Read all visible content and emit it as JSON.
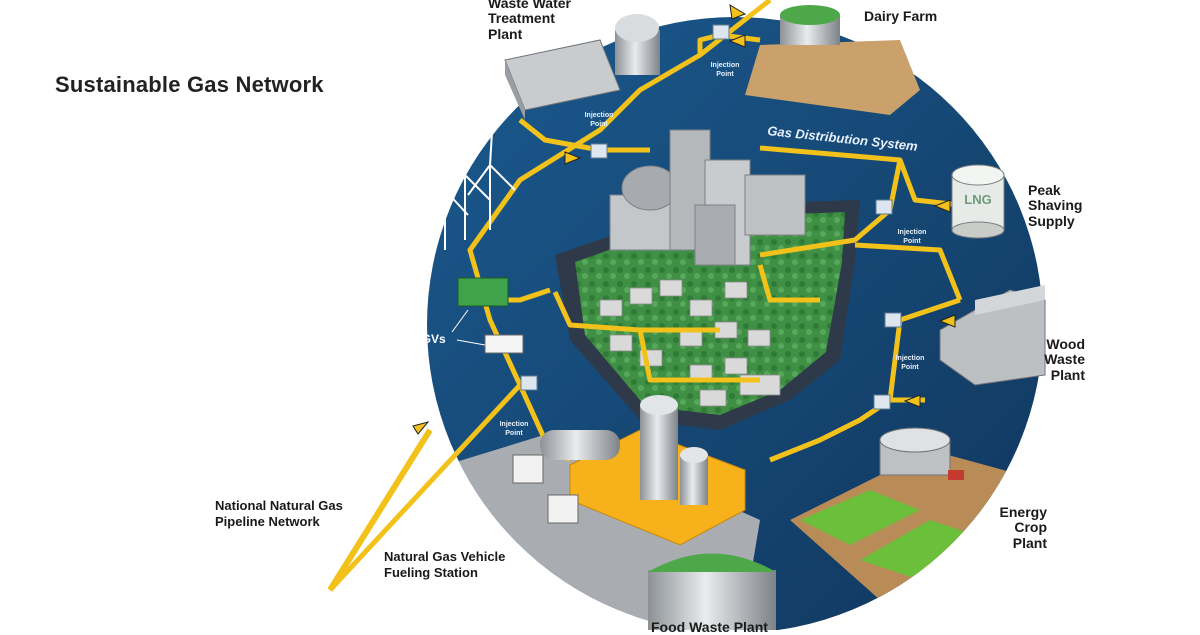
{
  "title": "Sustainable Gas Network",
  "colors": {
    "circle": "#174a78",
    "pipe": "#f2c21b",
    "grass": "#4a9a4a",
    "building": "#b9bcc0"
  },
  "labels": {
    "gas_distribution": "Gas Distribution System",
    "injection_point": [
      "Injection",
      "Point"
    ],
    "ngvs": "NGVs",
    "lng": "LNG"
  },
  "facilities": {
    "waste_water": [
      "Waste Water",
      "Treatment",
      "Plant"
    ],
    "dairy_farm": [
      "Dairy Farm"
    ],
    "peak_shaving": [
      "Peak",
      "Shaving",
      "Supply"
    ],
    "wood_waste": [
      "Wood",
      "Waste",
      "Plant"
    ],
    "energy_crop": [
      "Energy",
      "Crop",
      "Plant"
    ],
    "food_waste": [
      "Food Waste Plant"
    ],
    "national_pipeline": [
      "National Natural Gas",
      "Pipeline Network"
    ],
    "fueling_station": [
      "Natural Gas Vehicle",
      "Fueling Station"
    ]
  }
}
